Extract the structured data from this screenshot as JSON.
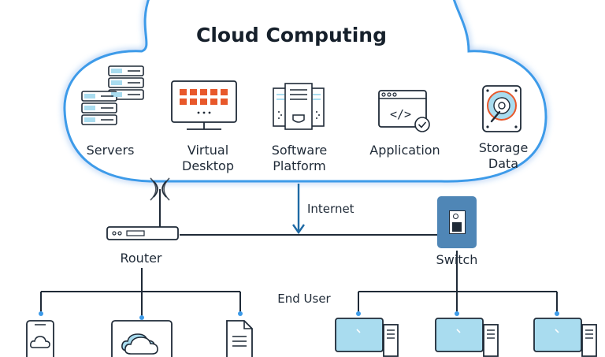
{
  "cloud": {
    "title": "Cloud Computing",
    "services": [
      {
        "name": "Servers",
        "icon": "server-rack-icon"
      },
      {
        "name": "Virtual\nDesktop",
        "icon": "desktop-monitor-icon"
      },
      {
        "name": "Software\nPlatform",
        "icon": "platform-icon"
      },
      {
        "name": "Application",
        "icon": "code-window-icon"
      },
      {
        "name": "Storage\nData",
        "icon": "hard-drive-icon"
      }
    ]
  },
  "network": {
    "internet_label": "Internet",
    "router_label": "Router",
    "switch_label": "Switch",
    "end_user_label": "End User"
  },
  "colors": {
    "cloud_outline": "#3d9be9",
    "line": "#1f2a37",
    "accent": "#4f86b6",
    "screen": "#a9dcef",
    "led": "#e8582b"
  }
}
